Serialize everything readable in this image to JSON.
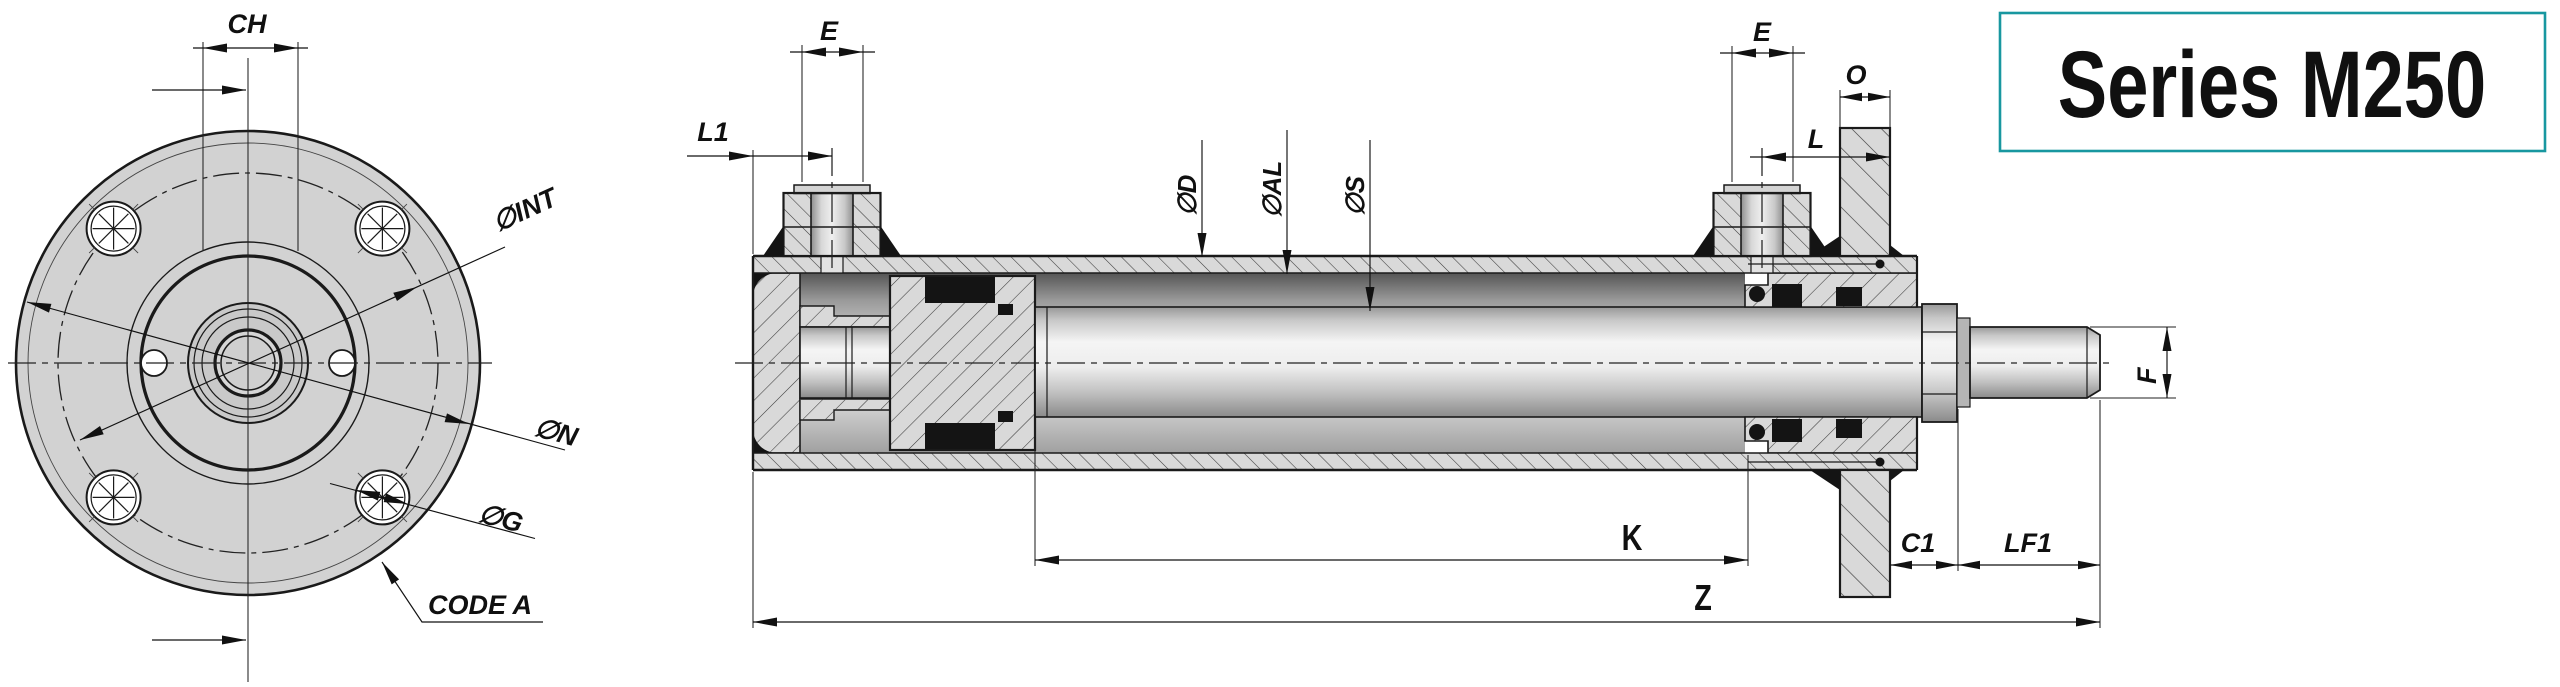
{
  "title": {
    "series_label": "Series M250"
  },
  "front_view": {
    "labels": {
      "ch": "CH",
      "int": "∅INT",
      "n": "∅N",
      "g": "∅G",
      "code": "CODE A"
    }
  },
  "side_view": {
    "labels": {
      "e": "E",
      "l1": "L1",
      "o": "O",
      "l": "L",
      "d": "∅D",
      "al": "∅AL",
      "s": "∅S",
      "f": "F",
      "k": "K",
      "z": "Z",
      "c1": "C1",
      "lf1": "LF1"
    }
  },
  "colors": {
    "accent_teal": "#1897a0",
    "line": "#1a1a1a",
    "metal_fill": "#d9d9d9"
  }
}
